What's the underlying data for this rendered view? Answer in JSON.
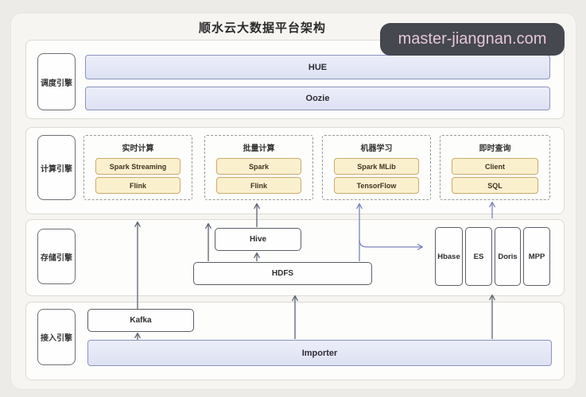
{
  "title": "顺水云大数据平台架构",
  "watermark": "master-jiangnan.com",
  "colors": {
    "page_bg": "#ecebe8",
    "panel_bg": "#f6f5f1",
    "bar_bg": "#e4e7f5",
    "bar_border": "#8a93bf",
    "chip_bg": "#fbf0cd",
    "chip_border": "#c9aa6e",
    "arrow_gray": "#5c6372",
    "arrow_blue": "#7b82bd",
    "watermark_bg": "#45484e",
    "watermark_text": "#e6c6d8"
  },
  "layers": {
    "scheduling": {
      "label": "调度引擎",
      "bars": [
        "HUE",
        "Oozie"
      ]
    },
    "compute": {
      "label": "计算引擎",
      "groups": [
        {
          "title": "实时计算",
          "items": [
            "Spark Streaming",
            "Flink"
          ]
        },
        {
          "title": "批量计算",
          "items": [
            "Spark",
            "Flink"
          ]
        },
        {
          "title": "机器学习",
          "items": [
            "Spark MLib",
            "TensorFlow"
          ]
        },
        {
          "title": "即时查询",
          "items": [
            "Client",
            "SQL"
          ]
        }
      ]
    },
    "storage": {
      "label": "存储引擎",
      "nodes": [
        "Hive",
        "HDFS",
        "Hbase",
        "ES",
        "Doris",
        "MPP"
      ]
    },
    "access": {
      "label": "接入引擎",
      "nodes": [
        "Kafka",
        "Importer"
      ]
    }
  }
}
